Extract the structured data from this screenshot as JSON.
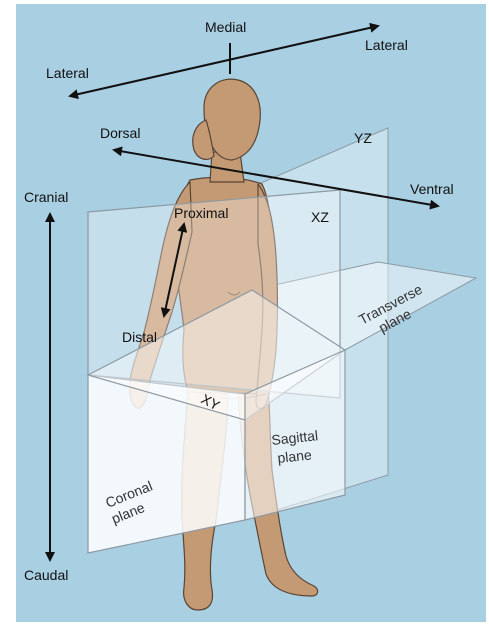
{
  "colors": {
    "background": "#a9cfe3",
    "plane": "#ffffff",
    "plane_edge": "#8d9aa2",
    "skin": "#c49a74",
    "skin_outline": "#5a4535",
    "arrow": "#111111"
  },
  "labels": {
    "medial": "Medial",
    "lateral_left": "Lateral",
    "lateral_right": "Lateral",
    "dorsal": "Dorsal",
    "ventral": "Ventral",
    "cranial": "Cranial",
    "caudal": "Caudal",
    "proximal": "Proximal",
    "distal": "Distal",
    "yz": "YZ",
    "xz": "XZ",
    "xy": "XY",
    "transverse_1": "Transverse",
    "transverse_2": "plane",
    "sagittal_1": "Sagittal",
    "sagittal_2": "plane",
    "coronal_1": "Coronal",
    "coronal_2": "plane"
  }
}
